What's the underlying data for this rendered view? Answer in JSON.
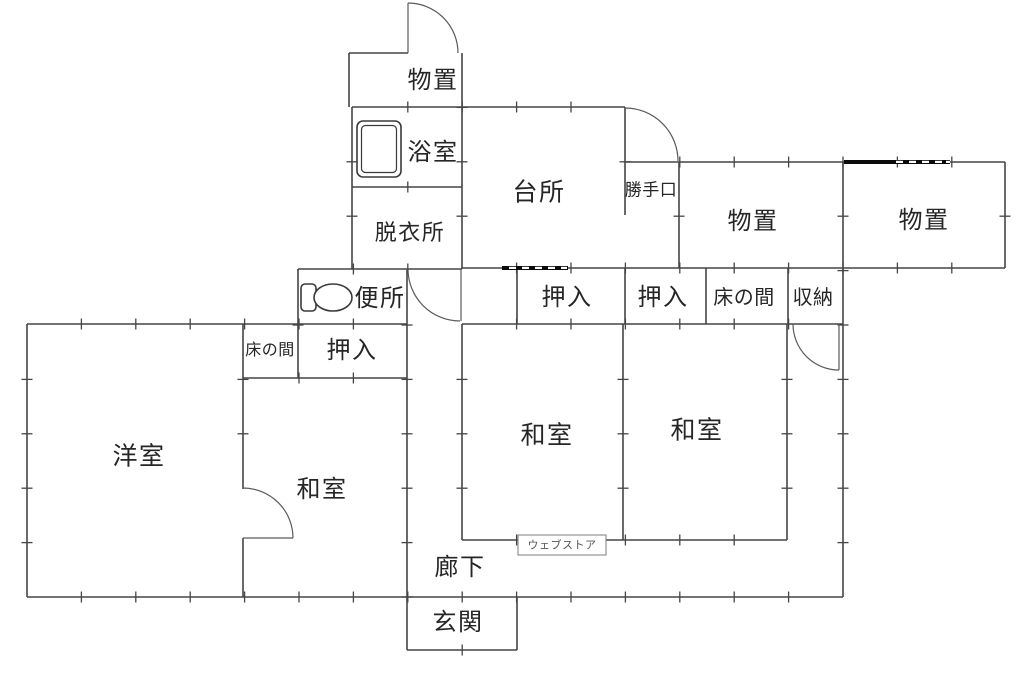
{
  "page": {
    "type": "floor-plan",
    "background": "#ffffff"
  },
  "colors": {
    "wall": "#454545",
    "door_swing": "#5a5a5a",
    "text": "#262626",
    "shutter_bar": "#0b0b0b",
    "watermark_border": "#7d7d7d",
    "watermark_text": "#555555"
  },
  "icons": {
    "bathtub": "bathtub-icon",
    "toilet": "toilet-icon"
  },
  "rooms": {
    "monooki_top": {
      "label": "物置"
    },
    "yokushitsu": {
      "label": "浴室"
    },
    "daidokoro": {
      "label": "台所"
    },
    "datsuijo": {
      "label": "脱衣所"
    },
    "katteguchi": {
      "label": "勝手口"
    },
    "monooki_mid": {
      "label": "物置"
    },
    "monooki_right": {
      "label": "物置"
    },
    "benjo": {
      "label": "便所"
    },
    "oshiire_a": {
      "label": "押入"
    },
    "oshiire_b": {
      "label": "押入"
    },
    "tokonoma_right": {
      "label": "床の間"
    },
    "shuunou": {
      "label": "収納"
    },
    "tokonoma_left": {
      "label": "床の間"
    },
    "oshiire_left": {
      "label": "押入"
    },
    "youshitsu": {
      "label": "洋室"
    },
    "washitsu_bl": {
      "label": "和室"
    },
    "washitsu_c1": {
      "label": "和室"
    },
    "washitsu_c2": {
      "label": "和室"
    },
    "rouka": {
      "label": "廊下"
    },
    "genkan": {
      "label": "玄関"
    }
  },
  "watermark": {
    "label": "ウェブストア"
  }
}
